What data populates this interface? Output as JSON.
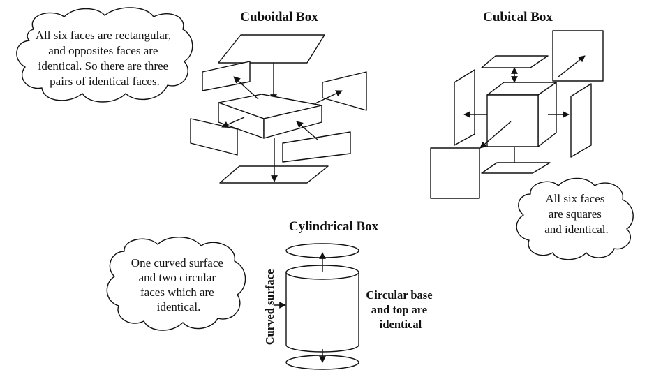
{
  "diagram": {
    "cuboidal": {
      "title": "Cuboidal Box",
      "note_lines": [
        "All six faces are rectangular,",
        "and opposites faces are",
        "identical. So there are three",
        "pairs of identical faces."
      ]
    },
    "cubical": {
      "title": "Cubical Box",
      "note_lines": [
        "All six faces",
        "are squares",
        "and identical."
      ]
    },
    "cylindrical": {
      "title": "Cylindrical Box",
      "note_lines": [
        "One curved surface",
        "and two circular",
        "faces which are",
        "identical."
      ],
      "curved_label": "Curved surface",
      "base_label_lines": [
        "Circular base",
        "and top are",
        "identical"
      ]
    }
  }
}
